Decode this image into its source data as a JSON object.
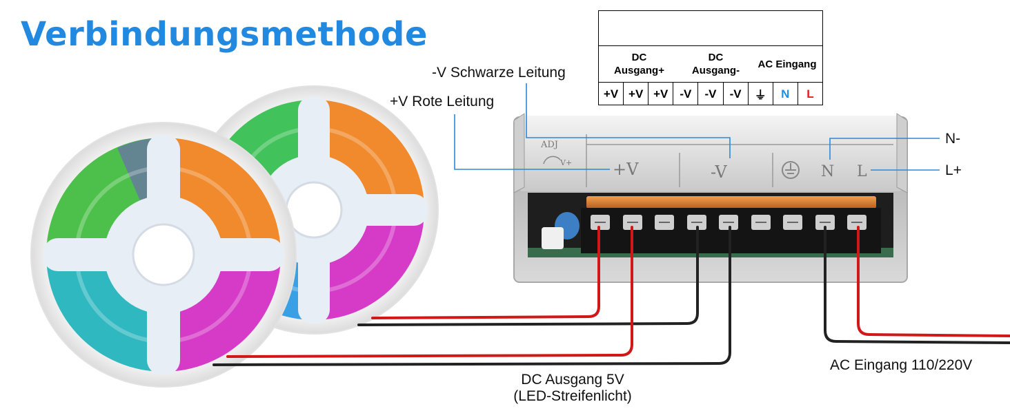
{
  "title": "Verbindungsmethode",
  "labels": {
    "minus_v_wire": "-V Schwarze Leitung",
    "plus_v_wire": "+V Rote Leitung",
    "n_minus": "N-",
    "l_plus": "L+",
    "dc_output_line1": "DC Ausgang 5V",
    "dc_output_line2": "(LED-Streifenlicht)",
    "ac_input": "AC Eingang 110/220V"
  },
  "terminal_table": {
    "groups": [
      {
        "line1": "DC",
        "line2": "Ausgang+"
      },
      {
        "line1": "DC",
        "line2": "Ausgang-"
      },
      {
        "line1": "AC Eingang",
        "line2": ""
      }
    ],
    "cells": [
      "+V",
      "+V",
      "+V",
      "-V",
      "-V",
      "-V",
      "⏚",
      "N",
      "L"
    ],
    "colors": {
      "N": "#1f8fe0",
      "L": "#e02020",
      "default": "#000000"
    }
  },
  "psu_markings": {
    "adj": "ADJ",
    "v_plus": "V+",
    "plus_v": "+V",
    "minus_v": "-V",
    "n": "N",
    "l": "L"
  },
  "colors": {
    "title": "#2289e0",
    "callout_line": "#2f86d6",
    "red_wire": "#d01818",
    "black_wire": "#222222"
  }
}
